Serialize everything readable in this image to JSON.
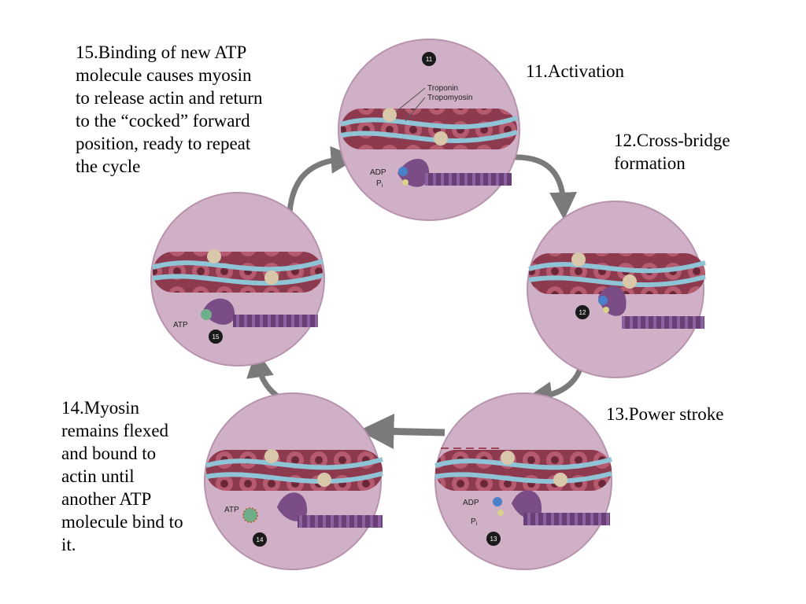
{
  "captions": {
    "step11": "11.Activation",
    "step12": "12.Cross-bridge\nformation",
    "step13": "13.Power stroke",
    "step14": "14.Myosin\nremains flexed\nand bound to\nactin until\nanother ATP\nmolecule bind to\nit.",
    "step15": "15.Binding of new ATP\nmolecule causes myosin\nto release actin and return\nto the “cocked” forward\nposition, ready to repeat\nthe cycle"
  },
  "badges": {
    "b11": "11",
    "b12": "12",
    "b13": "13",
    "b14": "14",
    "b15": "15"
  },
  "labels": {
    "troponin": "Troponin",
    "tropomyosin": "Tropomyosin",
    "adp_11": "ADP",
    "pi_11": "P",
    "pi_sub_11": "i",
    "atp_15": "ATP",
    "adp_13": "ADP",
    "pi_13": "P",
    "pi_sub_13": "i",
    "atp_14": "ATP"
  },
  "colors": {
    "circle_fill": "#cfb0c6",
    "circle_edge": "#b893ad",
    "actin": "#8e3a4e",
    "actin_dark": "#5e1f31",
    "tropomyosin": "#8fc4d6",
    "troponin": "#d8c7a8",
    "myosin_head": "#7b4d86",
    "myosin_tail": "#6a3f78",
    "adp": "#4a7fc9",
    "atp": "#6fae8a",
    "arrow": "#7a7a7a",
    "badge": "#1a1a1a"
  }
}
